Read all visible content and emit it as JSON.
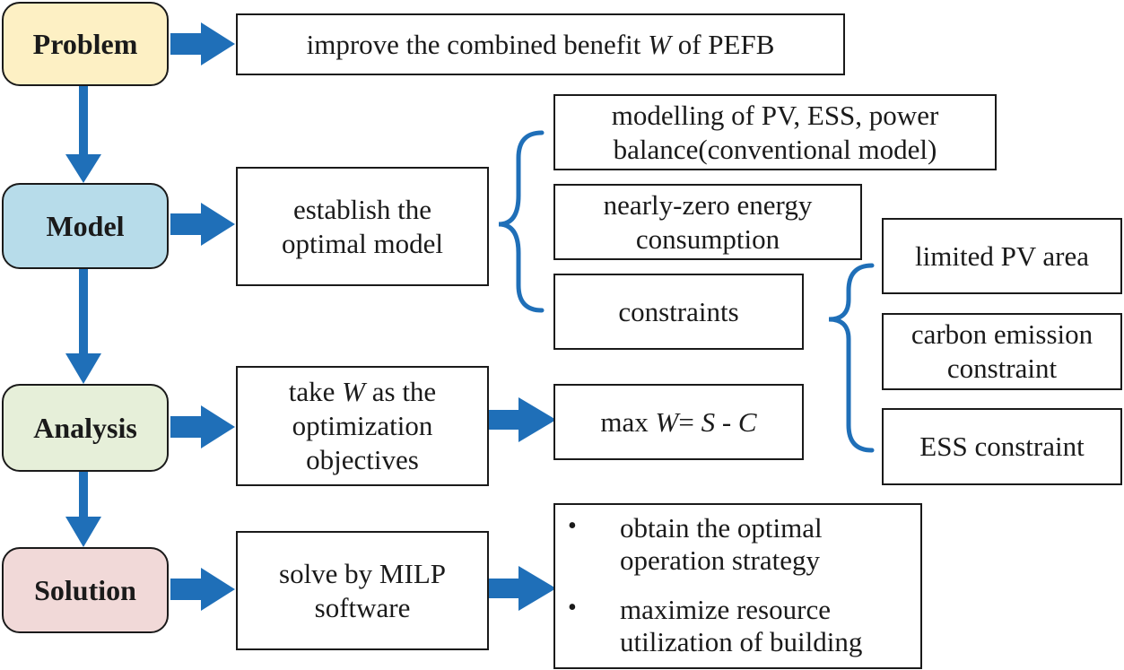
{
  "colors": {
    "arrow": "#1f6fb8",
    "problem_fill": "#fdf0c4",
    "model_fill": "#b7dcea",
    "analysis_fill": "#e6efd9",
    "solution_fill": "#f1d9d8",
    "border": "#1a1a1a"
  },
  "stages": {
    "problem": "Problem",
    "model": "Model",
    "analysis": "Analysis",
    "solution": "Solution"
  },
  "problem_box": {
    "pre": "improve the combined benefit ",
    "var": "W",
    "post": " of PEFB"
  },
  "model_box": {
    "line1": "establish the",
    "line2": "optimal model"
  },
  "model_branches": {
    "conventional": {
      "line1": "modelling of PV, ESS, power",
      "line2": "balance(conventional model)"
    },
    "nzeb": {
      "line1": "nearly-zero energy",
      "line2": "consumption"
    },
    "constraints": "constraints"
  },
  "constraint_items": {
    "pv_area": "limited PV area",
    "carbon": {
      "line1": "carbon emission",
      "line2": "constraint"
    },
    "ess": "ESS constraint"
  },
  "analysis_box": {
    "line1_pre": "take ",
    "line1_var": "W",
    "line1_post": " as the",
    "line2": "optimization",
    "line3": "objectives"
  },
  "objective": {
    "pre": "max ",
    "w": "W",
    "eq": "= ",
    "s": "S",
    "minus": " - ",
    "c": "C"
  },
  "solution_box": {
    "line1": "solve by MILP",
    "line2": "software"
  },
  "results": {
    "bullet": "•",
    "item1": {
      "line1": "obtain the optimal",
      "line2": "operation strategy"
    },
    "item2": {
      "line1": "maximize resource",
      "line2": "utilization of building"
    }
  }
}
